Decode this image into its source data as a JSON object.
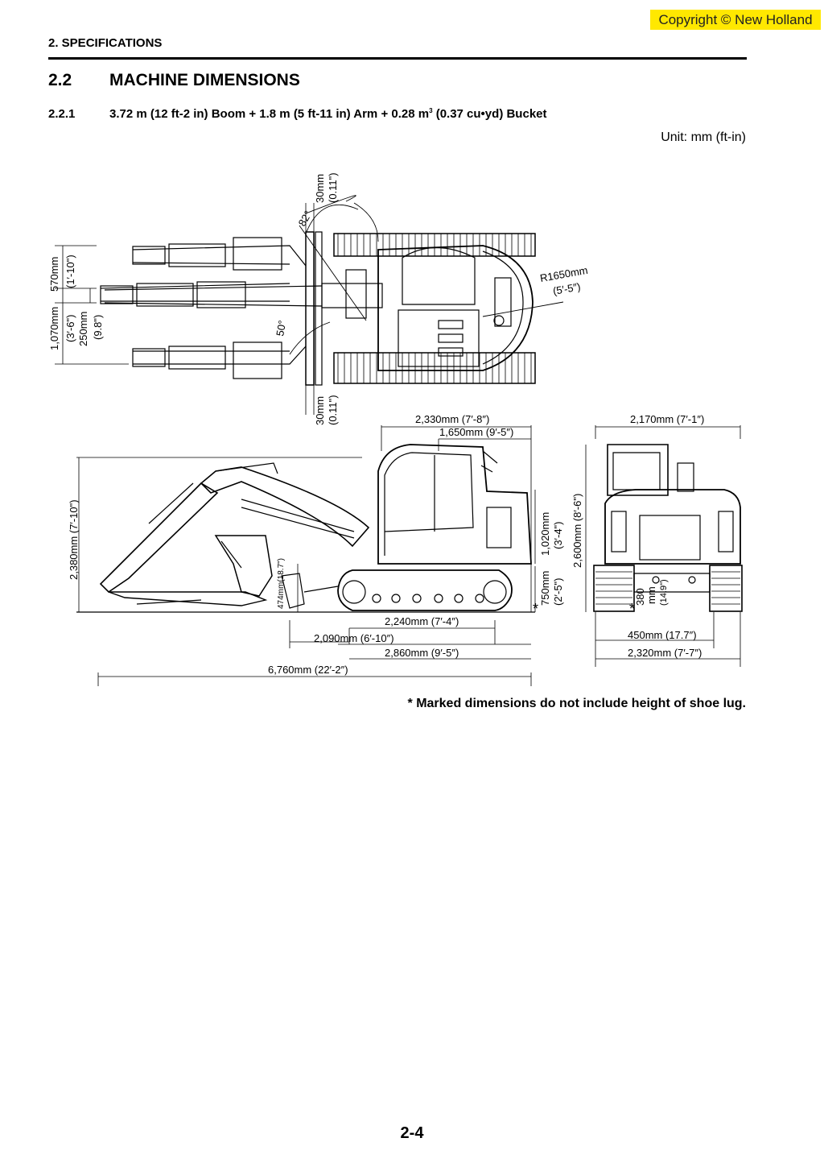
{
  "copyright": "Copyright © New Holland",
  "header": {
    "section": "2. SPECIFICATIONS"
  },
  "heading": {
    "number": "2.2",
    "title": "MACHINE DIMENSIONS"
  },
  "subheading": {
    "number": "2.2.1",
    "title_pre": "3.72 m (12 ft-2 in) Boom + 1.8 m (5 ft-11 in) Arm + 0.28 m",
    "superscript": "3",
    "title_post": " (0.37 cu•yd) Bucket"
  },
  "unit": "Unit: mm (ft-in)",
  "dimensions": {
    "top_30mm_a": "30mm",
    "top_011_a": "(0.11\")",
    "angle_82": "82°",
    "angle_50": "50°",
    "radius": "R1650mm",
    "radius_ft": "(5′-5″)",
    "top_30mm_b": "30mm",
    "top_011_b": "(0.11\")",
    "d570": "570mm",
    "d570_ft": "(1′-10\")",
    "d1070": "1,070mm",
    "d1070_ft": "(3′-6\")",
    "d250": "250mm",
    "d250_ft": "(9.8\")",
    "d2330": "2,330mm (7′-8″)",
    "d1650": "1,650mm (9′-5″)",
    "d2380": "2,380mm (7′-10\")",
    "d474": "474mm(18.7\")",
    "d1020": "1,020mm",
    "d1020_ft": "(3′-4\")",
    "d750": "750mm",
    "d750_ft": "(2′-5\")",
    "star": "*",
    "d2240": "2,240mm (7′-4″)",
    "d2090": "2,090mm (6′-10″)",
    "d2860": "2,860mm (9′-5″)",
    "d6760": "6,760mm (22′-2″)",
    "d2170": "2,170mm (7′-1″)",
    "d2600": "2,600mm (8′-6\")",
    "d380": "380",
    "d380_mm": "mm",
    "d380_ft": "(14.9\")",
    "d450": "450mm (17.7″)",
    "d2320": "2,320mm (7′-7″)"
  },
  "note": "* Marked dimensions do not include height of shoe lug.",
  "page_number": "2-4"
}
